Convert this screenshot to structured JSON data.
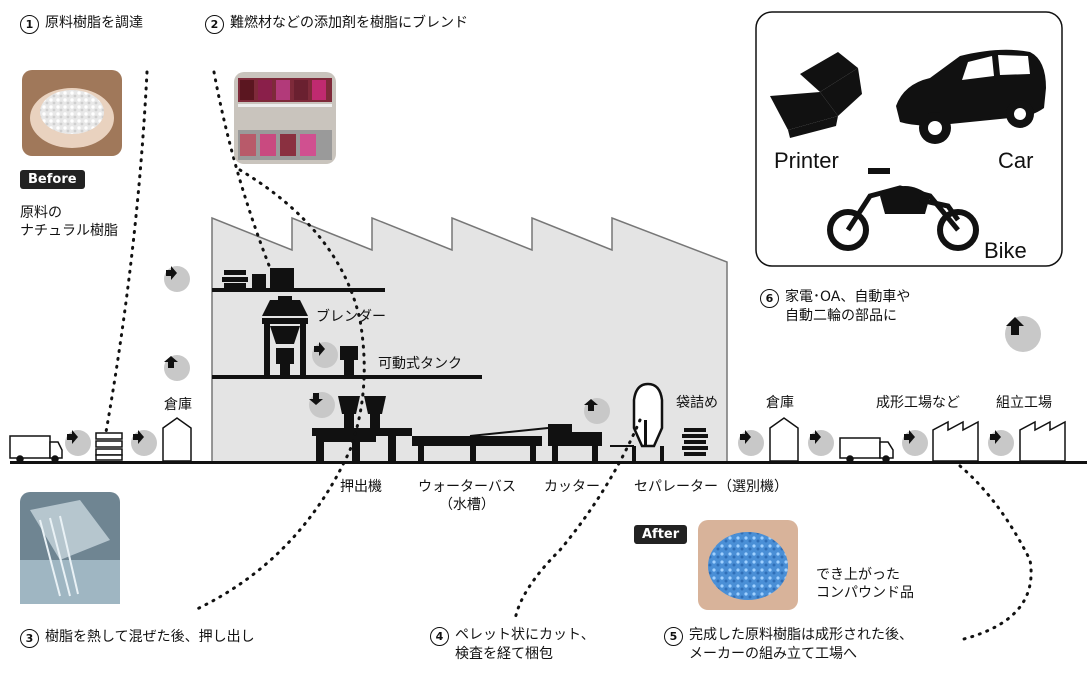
{
  "steps": [
    {
      "num": "1",
      "lines": [
        "原料樹脂を調達"
      ]
    },
    {
      "num": "2",
      "lines": [
        "難燃材などの添加剤を樹脂にブレンド"
      ]
    },
    {
      "num": "3",
      "lines": [
        "樹脂を熱して混ぜた後、押し出し"
      ]
    },
    {
      "num": "4",
      "lines": [
        "ペレット状にカット、",
        "検査を経て梱包"
      ]
    },
    {
      "num": "5",
      "lines": [
        "完成した原料樹脂は成形された後、",
        "メーカーの組み立て工場へ"
      ]
    },
    {
      "num": "6",
      "lines": [
        "家電･OA、自動車や",
        "自動二輪の部品に"
      ]
    }
  ],
  "badges": {
    "before": "Before",
    "after": "After"
  },
  "captions": {
    "raw_material": [
      "原料の",
      "ナチュラル樹脂"
    ],
    "compound": [
      "でき上がった",
      "コンパウンド品"
    ]
  },
  "machines": {
    "blender": "ブレンダー",
    "tank": "可動式タンク",
    "extruder": "押出機",
    "water_bath": [
      "ウォーターバス",
      "（水槽）"
    ],
    "cutter": "カッター",
    "separator": "セパレーター（選別機）",
    "bagging": "袋詰め",
    "warehouse_left": "倉庫",
    "warehouse_right": "倉庫",
    "molding": "成形工場など",
    "assembly": "組立工場"
  },
  "products": {
    "printer": "Printer",
    "car": "Car",
    "bike": "Bike"
  },
  "icons": [
    "arrow-right-icon",
    "arrow-up-icon",
    "arrow-down-icon",
    "truck-icon",
    "silo-icon",
    "factory-icon",
    "printer-icon",
    "car-icon",
    "motorcycle-icon"
  ],
  "colors": {
    "factory_fill": "#e4e4e4",
    "arrow_circle": "#c8c8c8",
    "ink": "#111111",
    "pellet_blue": "#4a8fd6"
  }
}
